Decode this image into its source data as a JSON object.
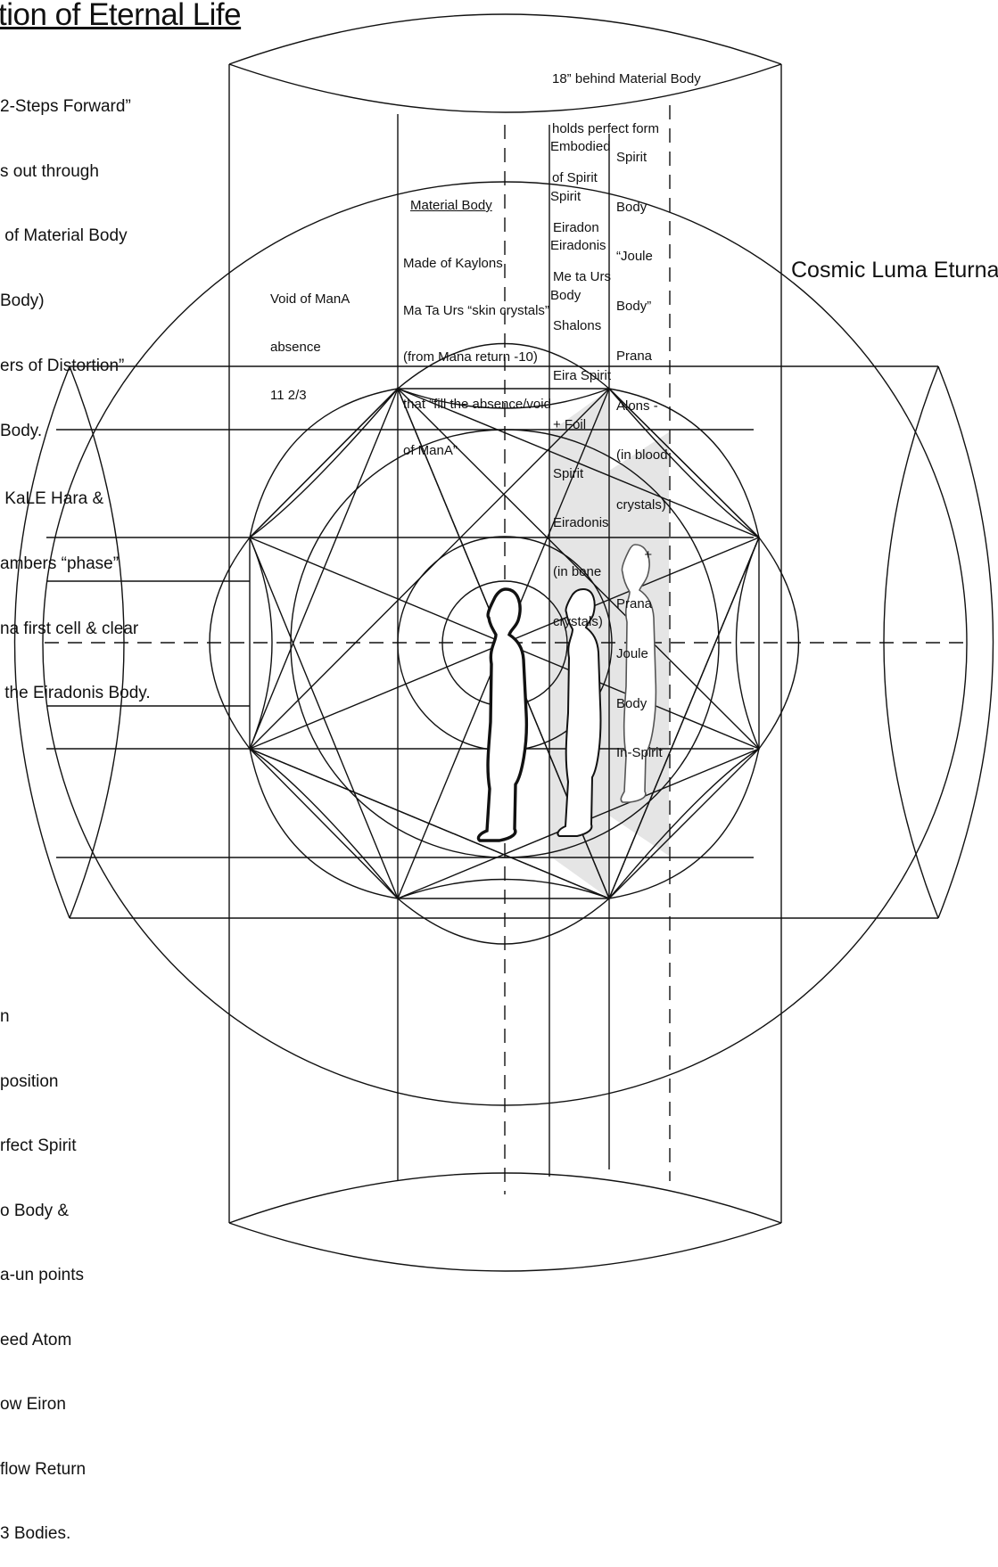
{
  "title": "tion of Eternal Life",
  "left_text": [
    "2-Steps Forward”",
    "s out through",
    " of Material Body",
    "Body)",
    "ers of Distortion”",
    "Body.",
    " KaLE Hara &",
    "ambers “phase”",
    "na first cell & clear",
    " the Eiradonis Body."
  ],
  "bottom_left_text": [
    "n",
    "position",
    "rfect Spirit",
    "o Body &",
    "a-un points",
    "eed Atom",
    "ow Eiron",
    "flow Return",
    "3 Bodies."
  ],
  "cosmic_label": "Cosmic Luma Eturna",
  "top_note": [
    "18” behind Material Body",
    "holds perfect form",
    "of Spirit"
  ],
  "void_label": [
    "Void of ManA",
    "absence",
    "11 2/3"
  ],
  "material_body": {
    "title": "Material Body",
    "lines": [
      "Made of Kaylons",
      "Ma Ta Urs “skin crystals”",
      "(from Mana return -10)",
      "that “fill the absence/void",
      "of ManA”"
    ]
  },
  "embodied_spirit": [
    "Embodied",
    "Spirit",
    "Eiradonis",
    "Body"
  ],
  "eiradon_column": [
    "Eiradon",
    "Me ta Urs",
    "Shalons",
    "Eira Spirit",
    "+ Foil",
    "Spirit",
    "Eiradonis",
    "(in bone",
    "crystals)"
  ],
  "spirit_body_column": [
    "Spirit",
    "Body",
    "“Joule",
    "Body”",
    "Prana",
    "Alons -",
    "(in blood",
    "crystals)",
    "+",
    "Prana",
    "Joule",
    "Body",
    "In-Spirit"
  ]
}
